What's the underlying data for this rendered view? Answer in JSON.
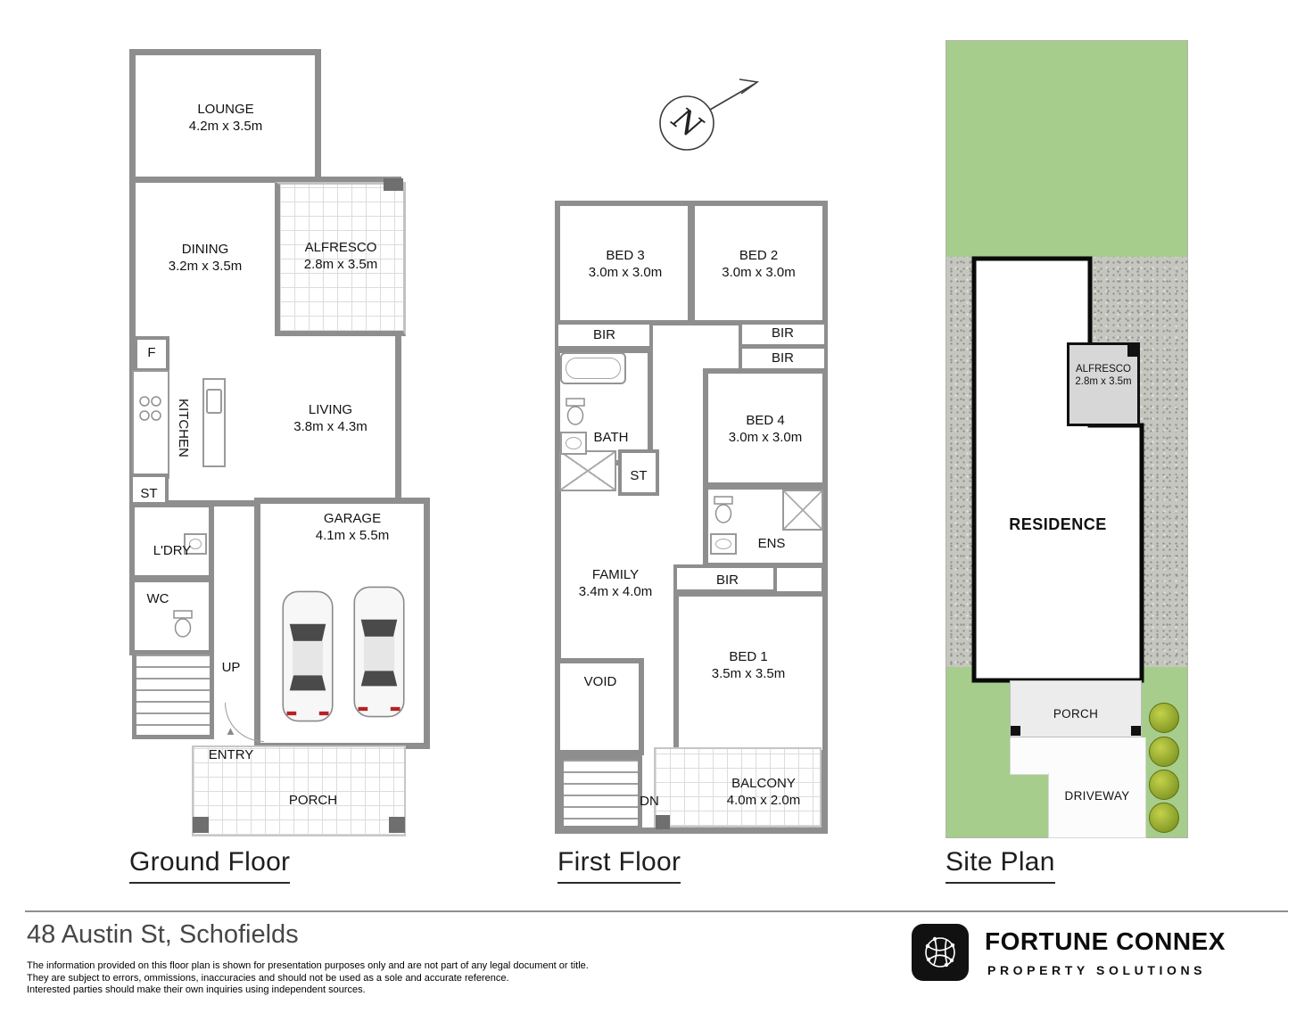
{
  "compass": {
    "label": "N"
  },
  "panels": {
    "ground": {
      "title": "Ground Floor",
      "rooms": {
        "lounge": {
          "name": "LOUNGE",
          "dims": "4.2m x 3.5m"
        },
        "dining": {
          "name": "DINING",
          "dims": "3.2m x 3.5m"
        },
        "alfresco": {
          "name": "ALFRESCO",
          "dims": "2.8m x 3.5m"
        },
        "fridge": {
          "name": "F"
        },
        "kitchen": {
          "name": "KITCHEN"
        },
        "living": {
          "name": "LIVING",
          "dims": "3.8m x 4.3m"
        },
        "store": {
          "name": "ST"
        },
        "laundry": {
          "name": "L'DRY"
        },
        "wc": {
          "name": "WC"
        },
        "up": {
          "name": "UP"
        },
        "garage": {
          "name": "GARAGE",
          "dims": "4.1m x 5.5m"
        },
        "entry": {
          "name": "ENTRY"
        },
        "porch": {
          "name": "PORCH"
        }
      }
    },
    "first": {
      "title": "First Floor",
      "rooms": {
        "bed3": {
          "name": "BED 3",
          "dims": "3.0m x 3.0m"
        },
        "bed2": {
          "name": "BED 2",
          "dims": "3.0m x 3.0m"
        },
        "bir_bed3": {
          "name": "BIR"
        },
        "bir_bed2_upper": {
          "name": "BIR"
        },
        "bir_bed2_lower": {
          "name": "BIR"
        },
        "bath": {
          "name": "BATH"
        },
        "bed4": {
          "name": "BED 4",
          "dims": "3.0m x 3.0m"
        },
        "store": {
          "name": "ST"
        },
        "ens": {
          "name": "ENS"
        },
        "family": {
          "name": "FAMILY",
          "dims": "3.4m x 4.0m"
        },
        "bir_bed1": {
          "name": "BIR"
        },
        "bed1": {
          "name": "BED 1",
          "dims": "3.5m x 3.5m"
        },
        "void": {
          "name": "VOID"
        },
        "dn": {
          "name": "DN"
        },
        "balcony": {
          "name": "BALCONY",
          "dims": "4.0m x 2.0m"
        }
      }
    },
    "site": {
      "title": "Site Plan",
      "areas": {
        "residence": {
          "name": "RESIDENCE"
        },
        "alfresco": {
          "name": "ALFRESCO",
          "dims": "2.8m x 3.5m"
        },
        "porch": {
          "name": "PORCH"
        },
        "driveway": {
          "name": "DRIVEWAY"
        }
      }
    }
  },
  "footer": {
    "address": "48 Austin St, Schofields",
    "disclaimer": [
      "The information provided on this floor plan is shown for presentation purposes only and are not part of any legal document or title.",
      "They are subject to errors, ommissions, inaccuracies and should not be used as a sole and accurate reference.",
      "Interested parties should make their own inquiries using independent sources."
    ],
    "brand": {
      "name": "FORTUNE CONNEX",
      "tagline": "PROPERTY SOLUTIONS"
    }
  },
  "colors": {
    "wall": "#8e8e8e",
    "grass": "#a6cd8b",
    "tree": "#8fa32c",
    "logo_bg": "#111111"
  }
}
